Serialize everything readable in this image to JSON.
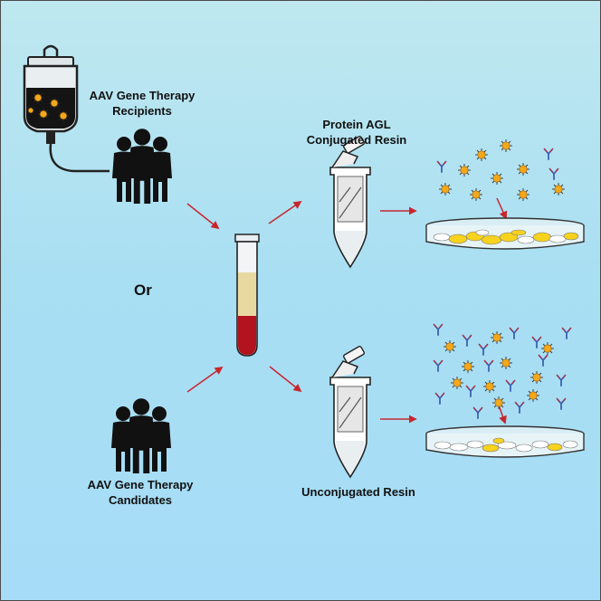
{
  "labels": {
    "recipients": [
      "AAV Gene Therapy",
      "Recipients"
    ],
    "candidates": [
      "AAV Gene Therapy",
      "Candidates"
    ],
    "conjugated_resin": [
      "Protein AGL",
      "Conjugated Resin"
    ],
    "unconjugated_resin": "Unconjugated Resin",
    "or": "Or"
  },
  "colors": {
    "background_top": "#bfe8f0",
    "background_bottom": "#a6dcf7",
    "arrow": "#c8262e",
    "blood": "#b3121f",
    "plasma": "#e8d9a0",
    "aav_particle": "#f3a81c",
    "antibody_blue": "#3a5fb0",
    "antibody_red": "#c8262e",
    "resin_yellow": "#f7d21e"
  },
  "icons": [
    "iv-bag-icon",
    "people-group-icon",
    "blood-tube-icon",
    "microtube-icon",
    "petri-dish-icon",
    "aav-particle-icon",
    "antibody-icon"
  ]
}
